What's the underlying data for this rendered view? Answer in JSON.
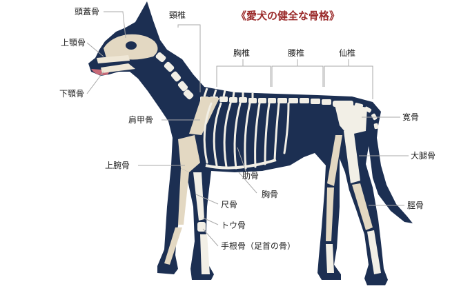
{
  "title": "《愛犬の健全な骨格》",
  "colors": {
    "silhouette": "#1c2f52",
    "bone": "#f2efe6",
    "bone_shade": "#e3d8c2",
    "leader": "#aaaaaa",
    "title": "#9b2b2b"
  },
  "labels": {
    "skull": "頭蓋骨",
    "maxilla": "上顎骨",
    "mandible": "下顎骨",
    "cervical": "頸椎",
    "thoracic": "胸椎",
    "lumbar": "腰椎",
    "sacral": "仙椎",
    "scapula": "肩甲骨",
    "humerus": "上腕骨",
    "rib": "肋骨",
    "sternum": "胸骨",
    "ulna": "尺骨",
    "radius": "トウ骨",
    "carpus": "手根骨（足首の骨）",
    "pelvis": "寛骨",
    "femur": "大腿骨",
    "tibia": "脛骨"
  }
}
